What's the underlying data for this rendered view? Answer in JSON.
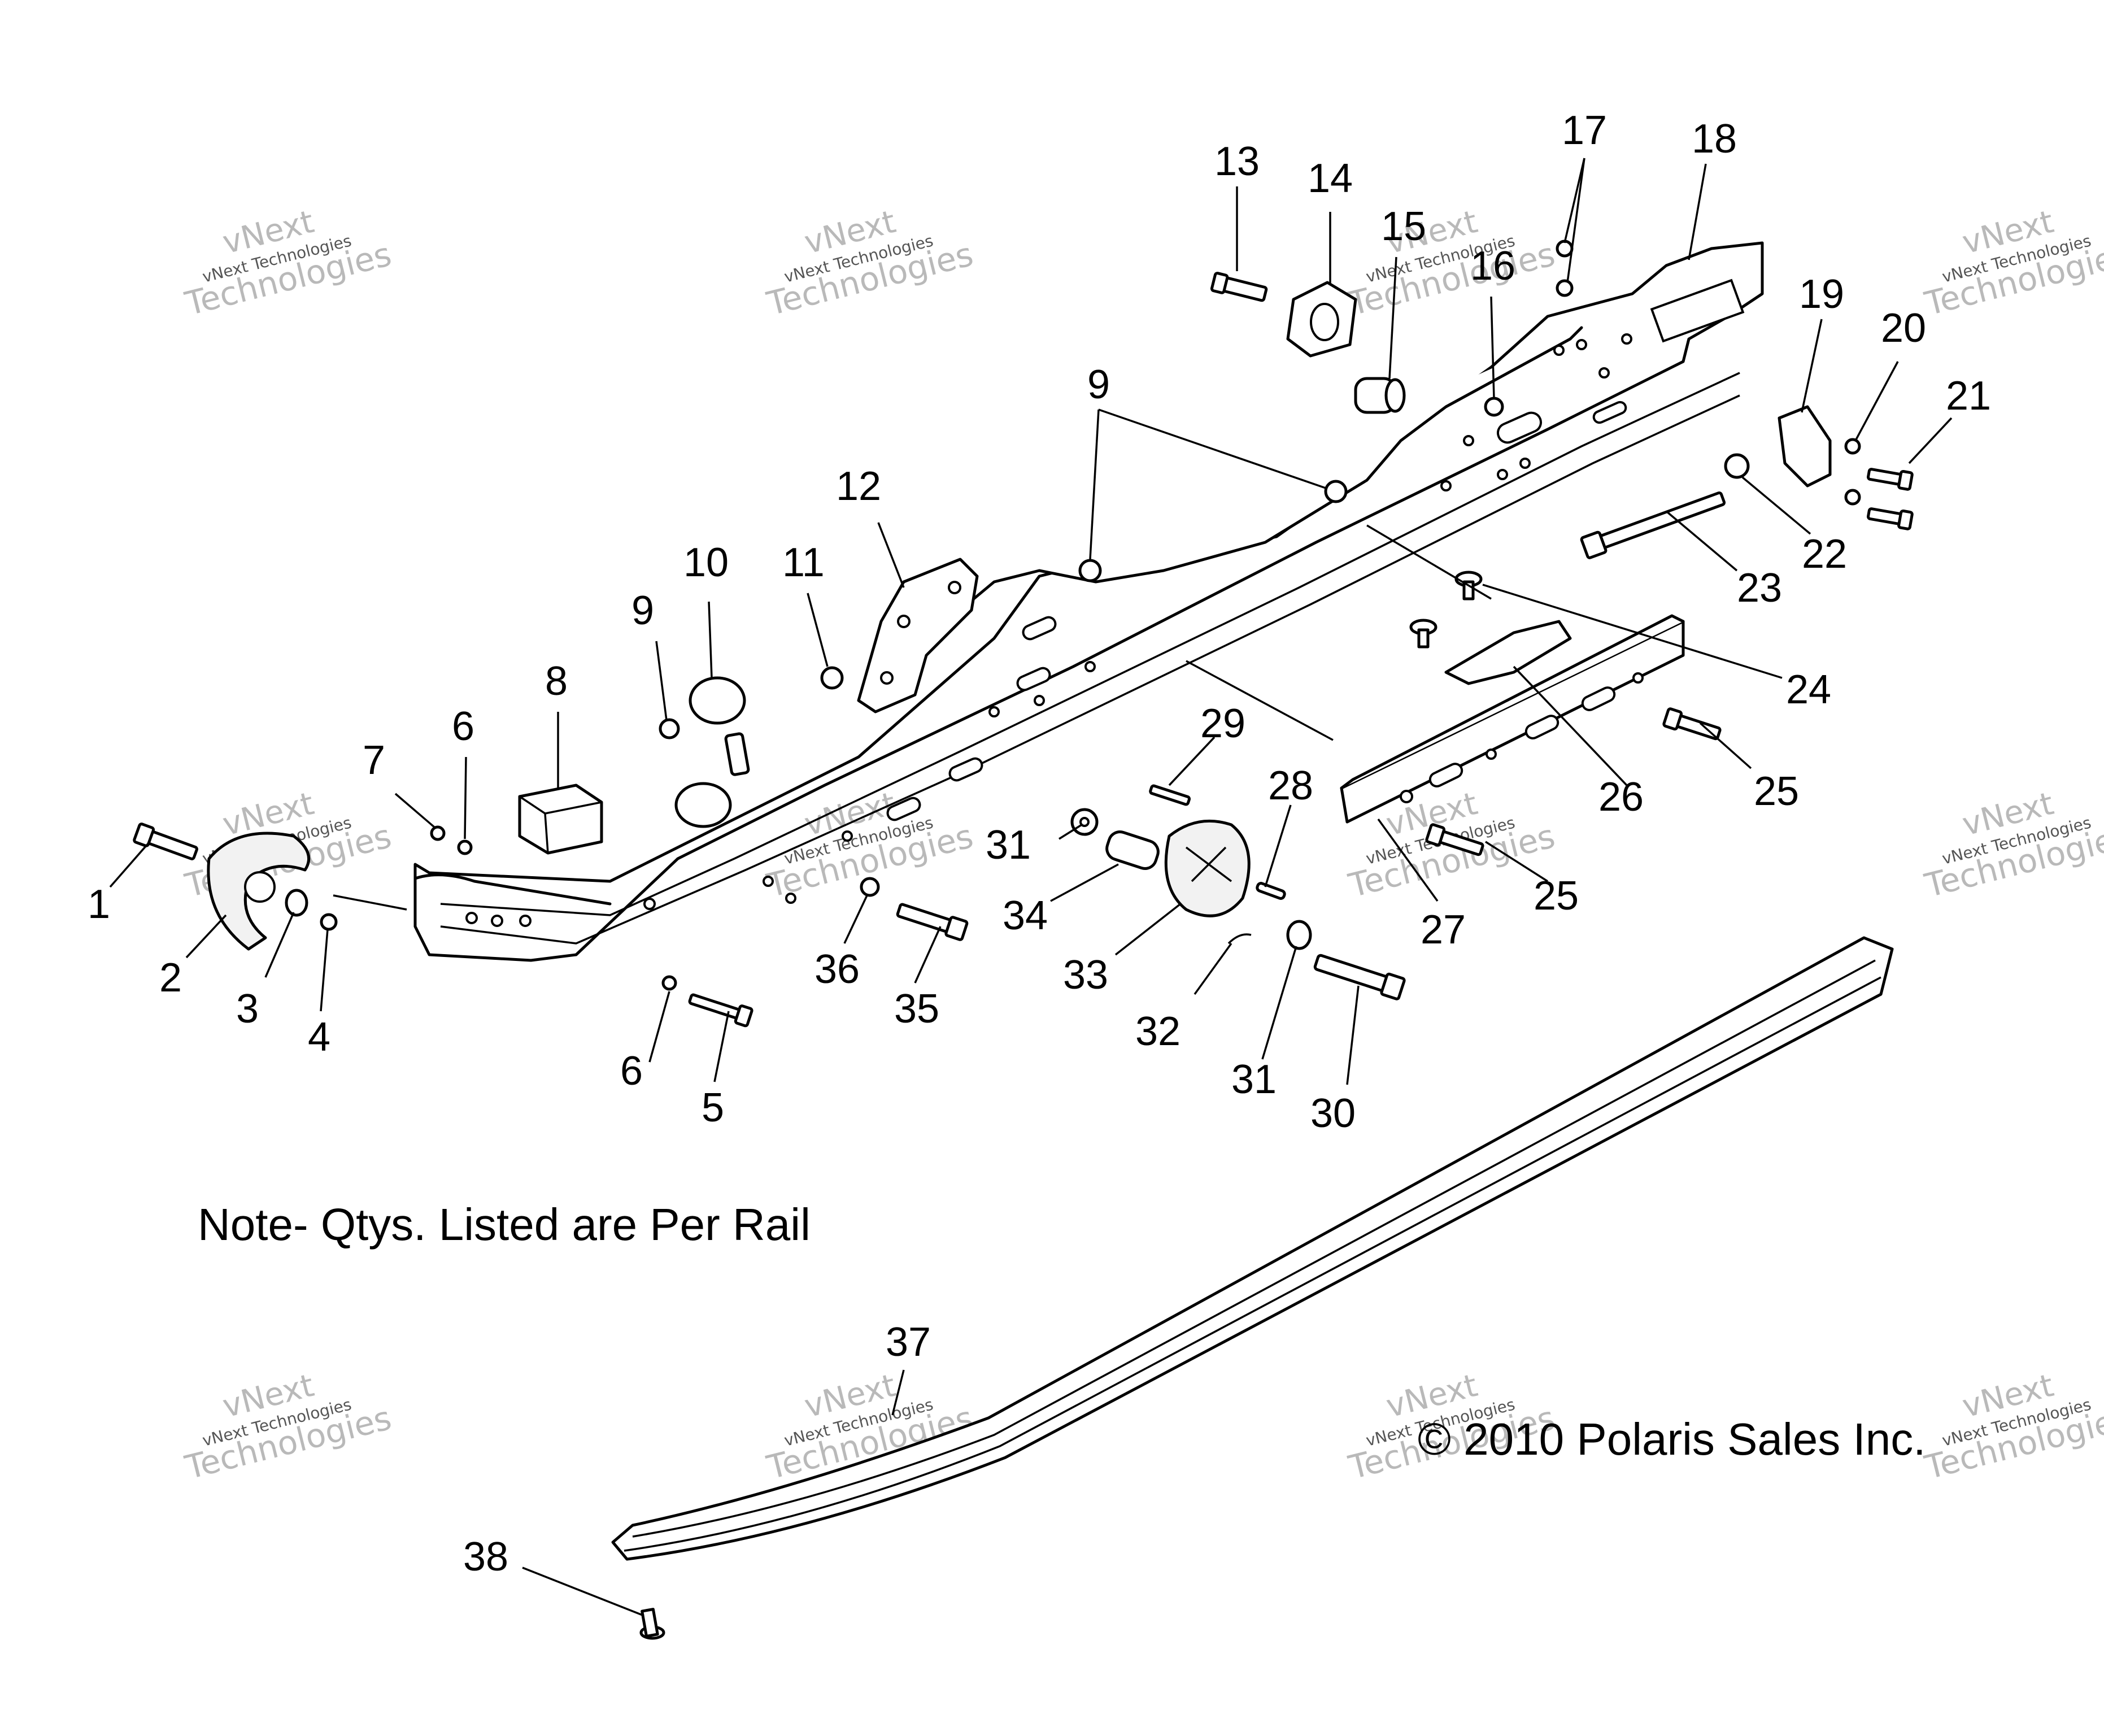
{
  "note": "Note- Qtys. Listed are Per Rail",
  "copyright": "© 2010 Polaris Sales Inc.",
  "watermark": {
    "line1": "vNext Technologies",
    "line2": "vNext",
    "line3": "Technologies"
  },
  "callouts": {
    "c1": "1",
    "c2": "2",
    "c3": "3",
    "c4": "4",
    "c5": "5",
    "c6": "6",
    "c7": "7",
    "c8": "8",
    "c9": "9",
    "c10": "10",
    "c11": "11",
    "c12": "12",
    "c13": "13",
    "c14": "14",
    "c15": "15",
    "c16": "16",
    "c17": "17",
    "c18": "18",
    "c19": "19",
    "c20": "20",
    "c21": "21",
    "c22": "22",
    "c23": "23",
    "c24": "24",
    "c25": "25",
    "c26": "26",
    "c27": "27",
    "c28": "28",
    "c29": "29",
    "c30": "30",
    "c31": "31",
    "c32": "32",
    "c33": "33",
    "c34": "34",
    "c35": "35",
    "c36": "36",
    "c37": "37",
    "c38": "38"
  }
}
